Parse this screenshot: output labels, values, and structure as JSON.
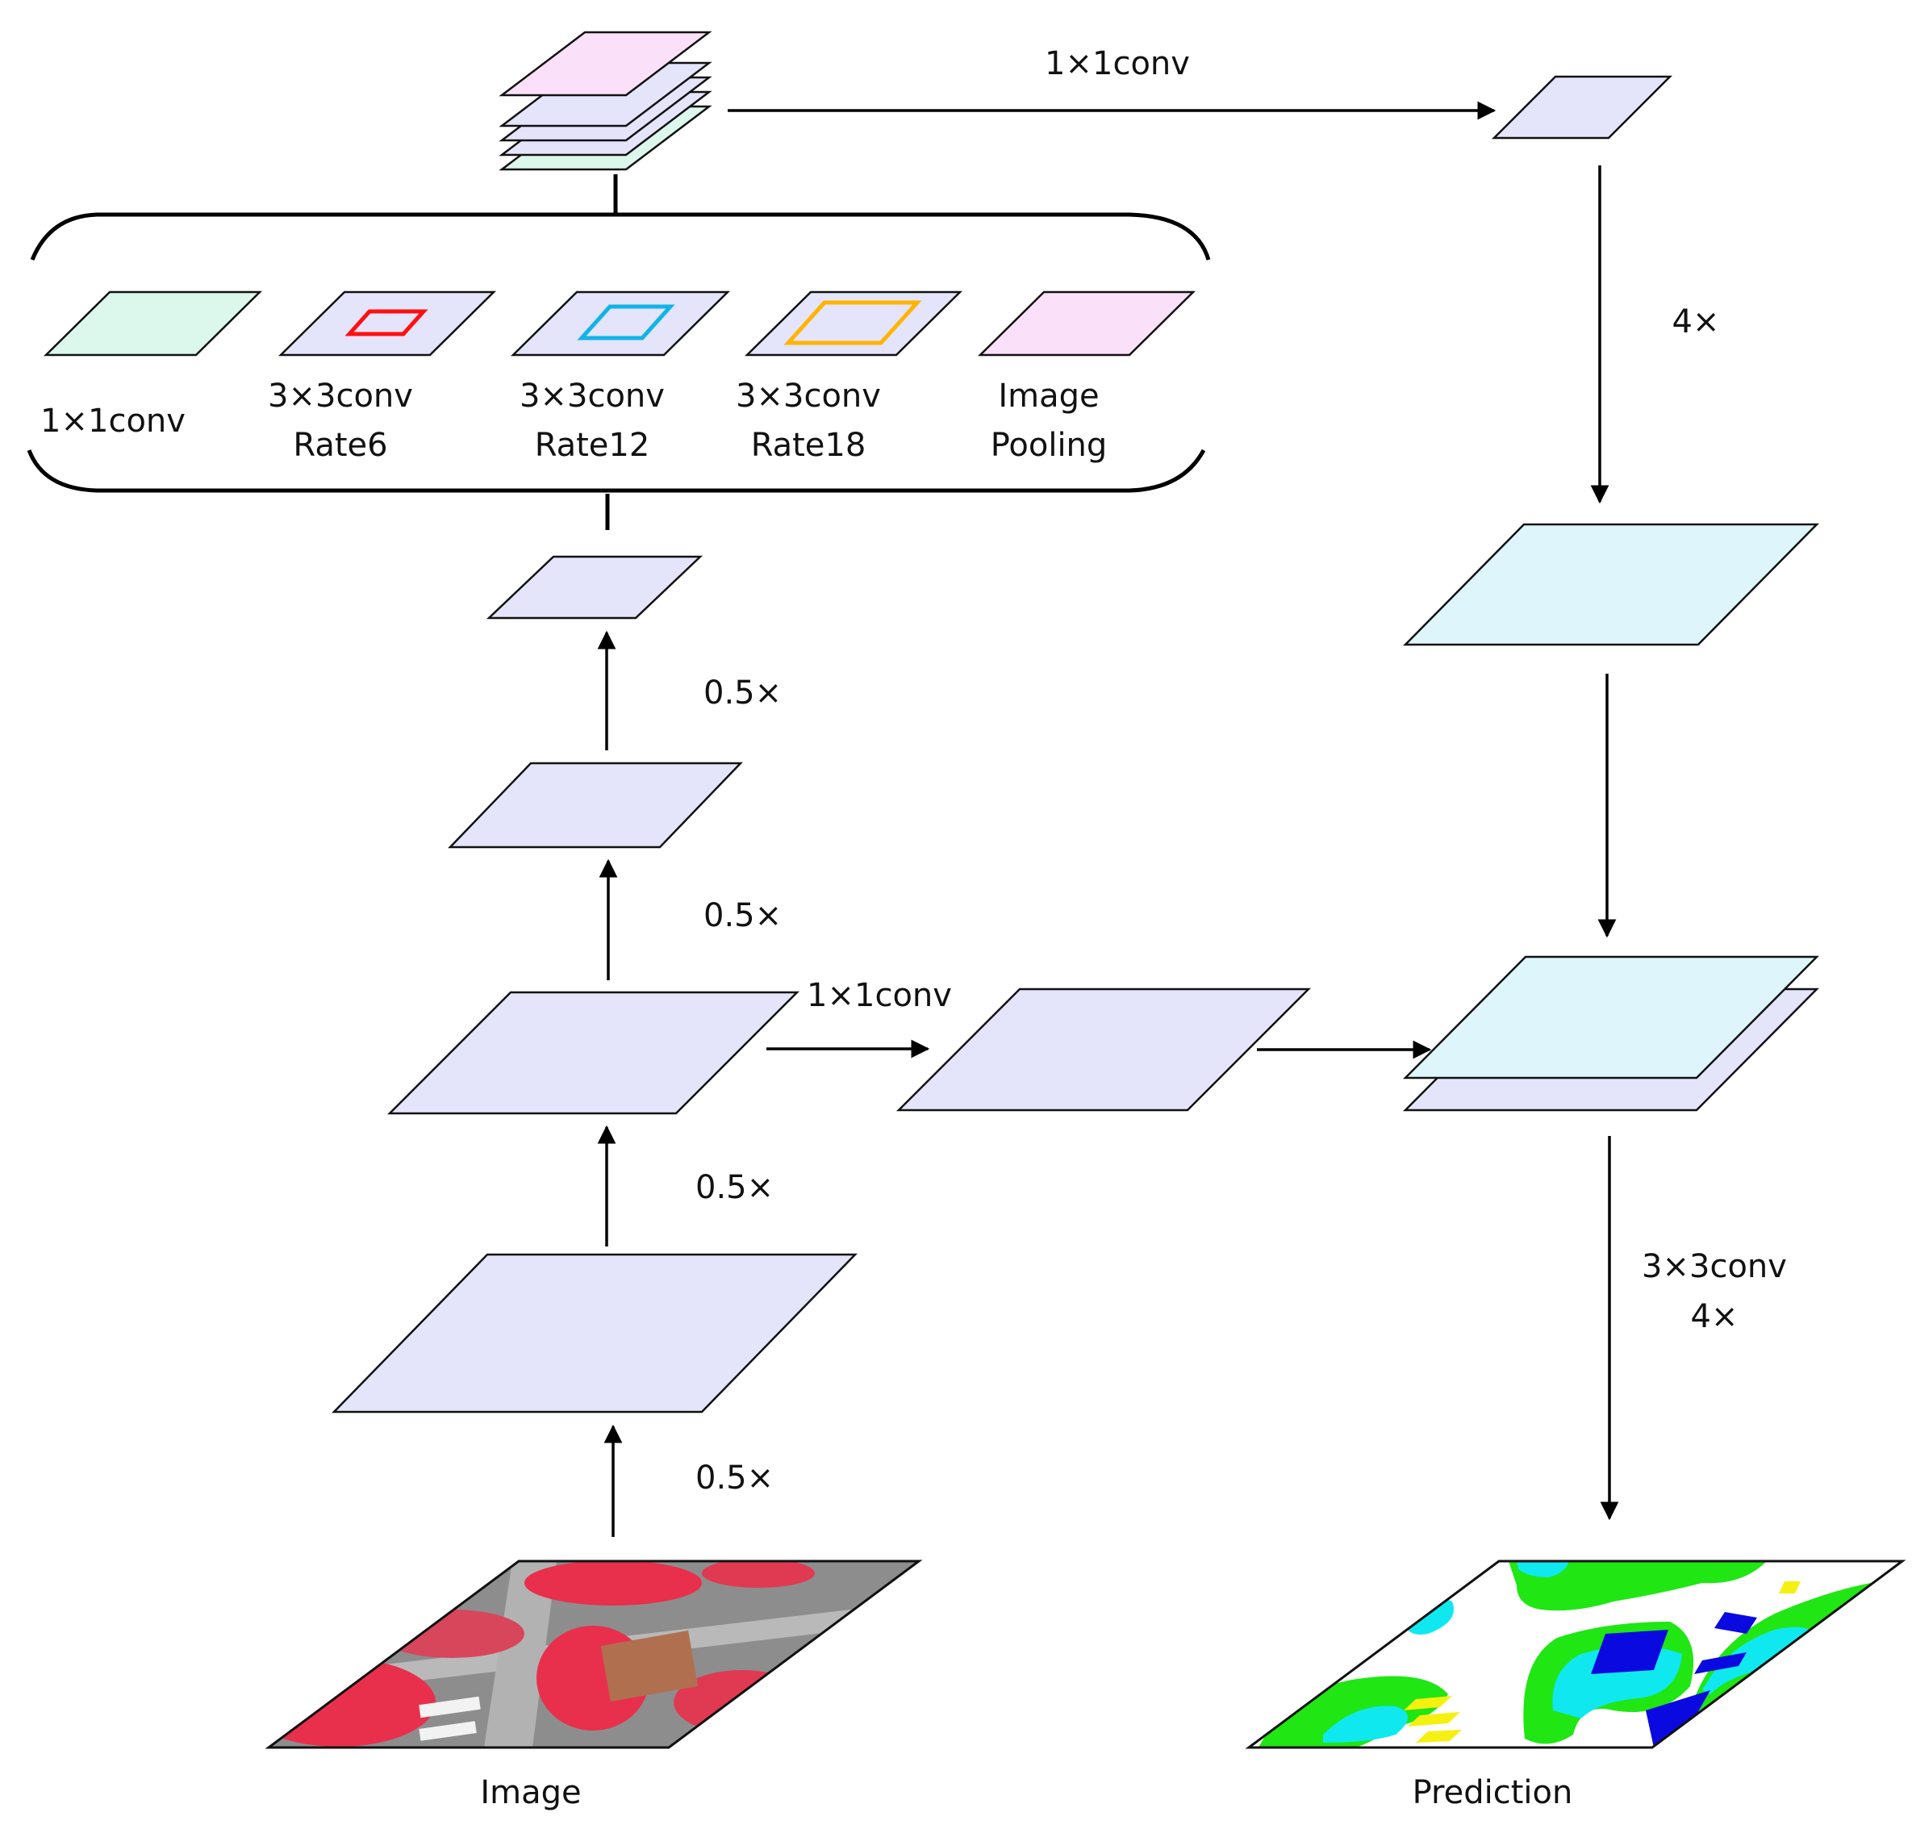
{
  "colors": {
    "plate_lavender": "#e4e4fa",
    "plate_mint": "#dcf8ec",
    "plate_pink": "#fbe0f9",
    "plate_cyan": "#ddf5fb",
    "rate6_frame": "#ff1010",
    "rate12_frame": "#10b4e6",
    "rate18_frame": "#ffb400",
    "pred_green": "#20e614",
    "pred_cyan": "#10e8f0",
    "pred_blue": "#0a0ae0",
    "pred_yellow": "#f5f010",
    "image_red": "#e8304c",
    "image_gray": "#8a8a8a"
  },
  "aspp": {
    "branch_1x1": "1×1conv",
    "branch_rate6_line1": "3×3conv",
    "branch_rate6_line2": "Rate6",
    "branch_rate12_line1": "3×3conv",
    "branch_rate12_line2": "Rate12",
    "branch_rate18_line1": "3×3conv",
    "branch_rate18_line2": "Rate18",
    "branch_pool_line1": "Image",
    "branch_pool_line2": "Pooling"
  },
  "encoder": {
    "down1": "0.5×",
    "down2": "0.5×",
    "down3": "0.5×",
    "down4": "0.5×"
  },
  "decoder": {
    "top_conv": "1×1conv",
    "upsample_1": "4×",
    "low_level_conv": "1×1conv",
    "final_conv_line1": "3×3conv",
    "final_conv_line2": "4×"
  },
  "captions": {
    "input": "Image",
    "output": "Prediction"
  },
  "icons": [
    "arrow-head",
    "parallelogram-plate",
    "curly-bracket"
  ]
}
